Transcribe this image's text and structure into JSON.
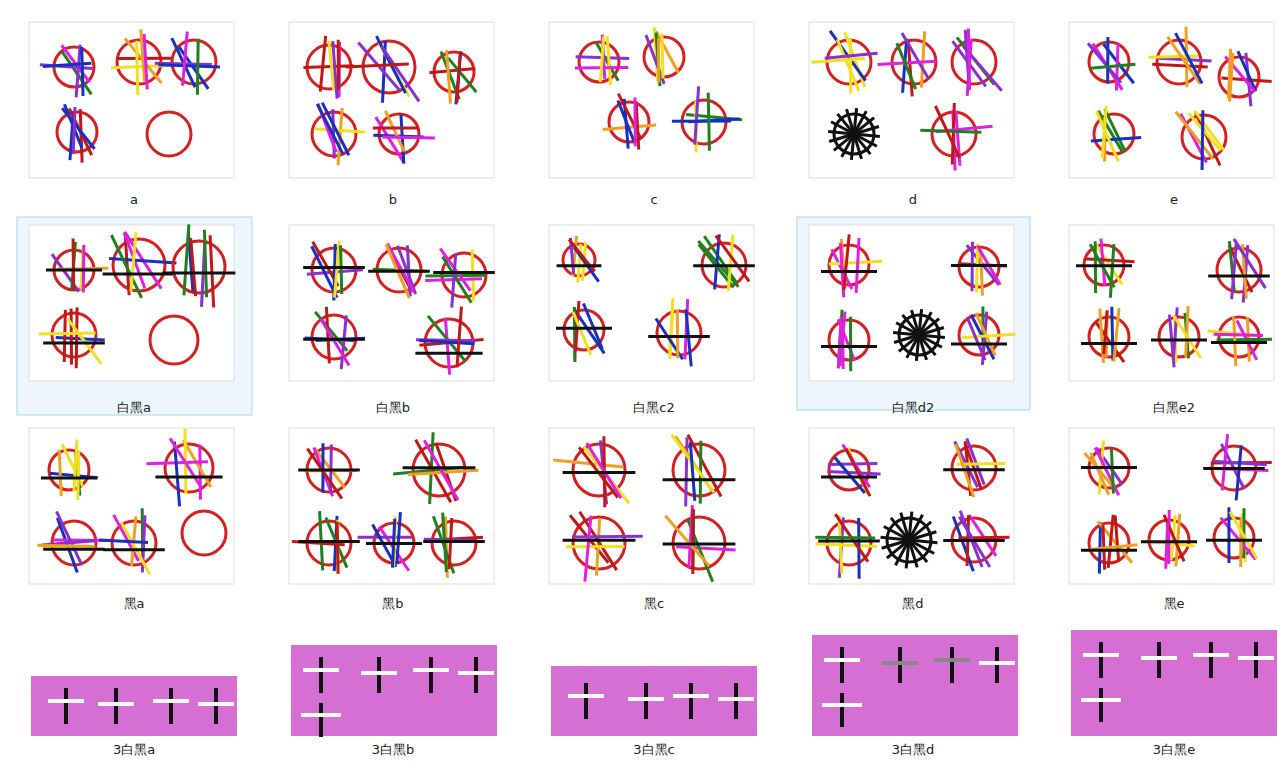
{
  "diagram": {
    "labels": [
      "a",
      "b",
      "c",
      "d",
      "e",
      "白黑a",
      "白黑b",
      "白黑c2",
      "白黑d2",
      "白黑e2",
      "黑a",
      "黑b",
      "黑c",
      "黑d",
      "黑e",
      "3白黑a",
      "3白黑b",
      "3白黑c",
      "3白黑d",
      "3白黑e"
    ]
  }
}
